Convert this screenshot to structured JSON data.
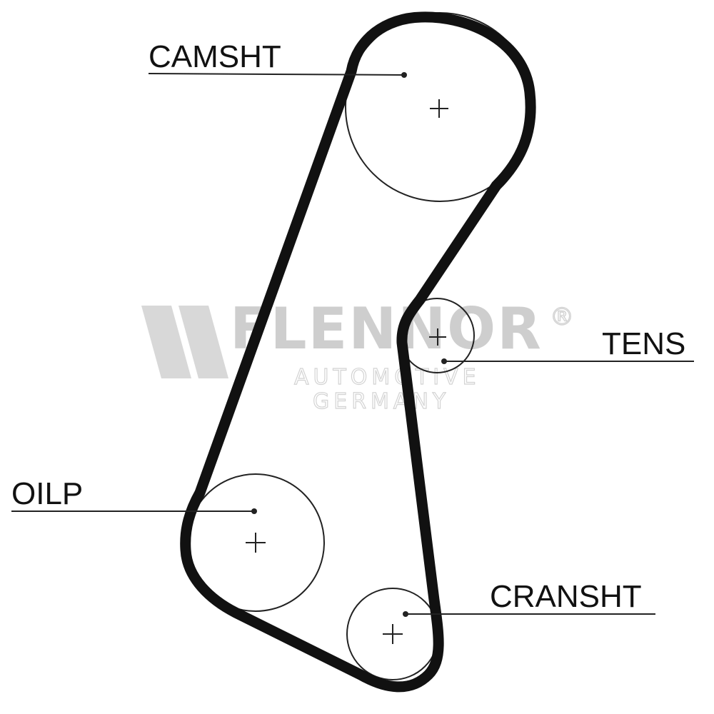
{
  "labels": {
    "camshaft": "CAMSHT",
    "tensioner": "TENS",
    "oil_pump": "OILP",
    "crankshaft": "CRANSHT"
  },
  "watermark": {
    "brand": "FLENNOR",
    "registered": "®",
    "line1": "AUTOMOTIVE",
    "line2": "GERMANY"
  },
  "colors": {
    "belt": "#111111",
    "pulley": "#222222",
    "watermark": "#c9c9c9"
  }
}
